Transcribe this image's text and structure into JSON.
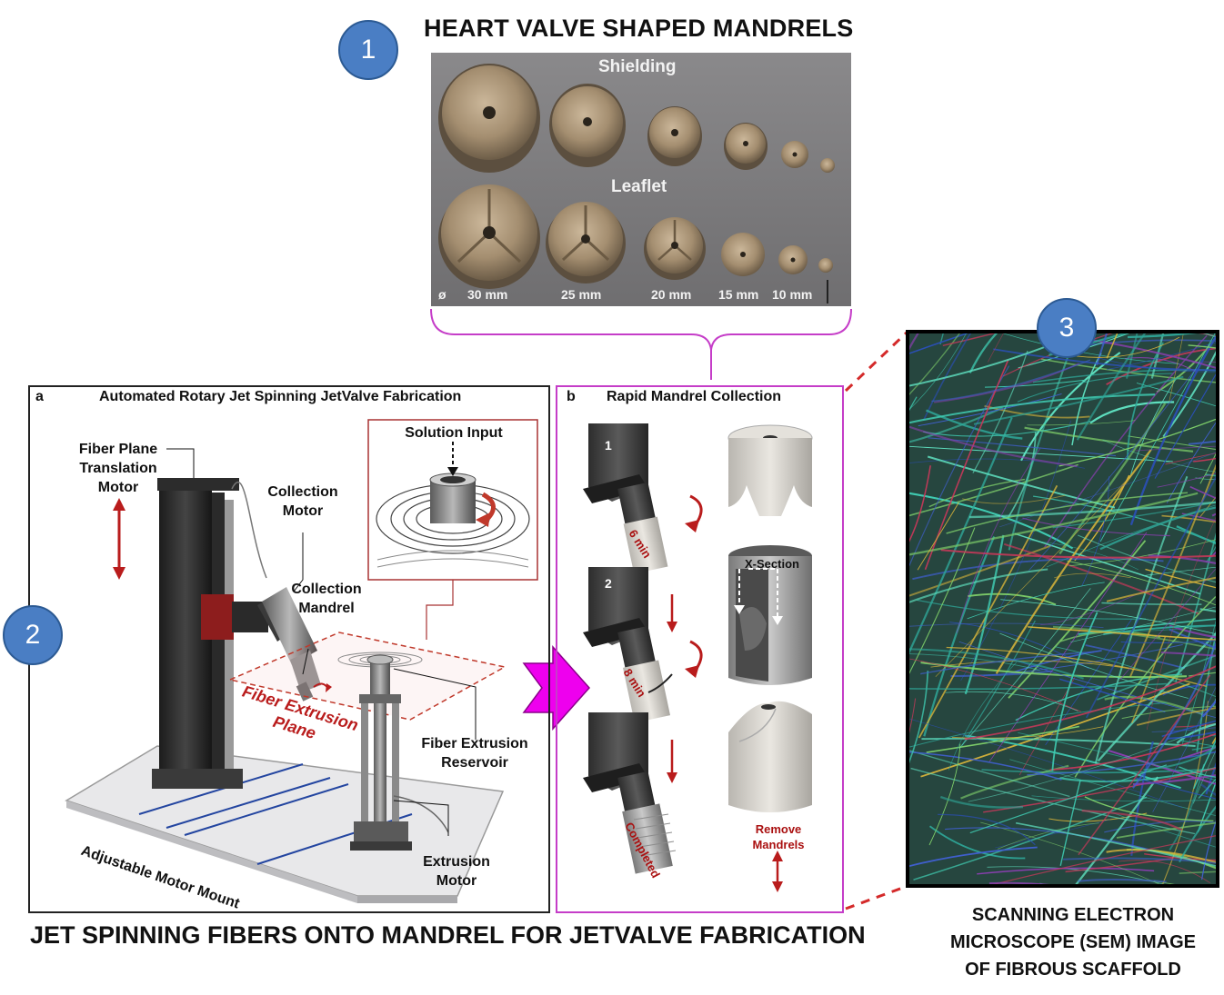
{
  "badges": [
    "1",
    "2",
    "3"
  ],
  "top": {
    "title": "HEART VALVE SHAPED MANDRELS",
    "shielding_label": "Shielding",
    "leaflet_label": "Leaflet",
    "diameter_symbol": "ø",
    "sizes": [
      "30 mm",
      "25 mm",
      "20 mm",
      "15 mm",
      "10 mm"
    ]
  },
  "panel_a": {
    "letter": "a",
    "title": "Automated Rotary Jet Spinning JetValve Fabrication",
    "labels": {
      "fiber_plane_motor": [
        "Fiber Plane",
        "Translation",
        "Motor"
      ],
      "collection_motor": [
        "Collection",
        "Motor"
      ],
      "collection_mandrel": [
        "Collection",
        "Mandrel"
      ],
      "solution_input": "Solution Input",
      "fiber_extrusion_plane": [
        "Fiber Extrusion",
        "Plane"
      ],
      "fiber_extrusion_reservoir": [
        "Fiber Extrusion",
        "Reservoir"
      ],
      "extrusion_motor": [
        "Extrusion",
        "Motor"
      ],
      "adjustable_motor_mount": "Adjustable Motor Mount"
    }
  },
  "panel_b": {
    "letter": "b",
    "title": "Rapid Mandrel Collection",
    "steps": [
      "1",
      "2"
    ],
    "times": [
      "6 min",
      "8 min"
    ],
    "completed": "Completed",
    "x_section": "X-Section",
    "remove_mandrels": [
      "Remove",
      "Mandrels"
    ]
  },
  "bottom_title": "JET SPINNING FIBERS ONTO MANDREL FOR JETVALVE FABRICATION",
  "sem_caption": [
    "SCANNING ELECTRON",
    "MICROSCOPE (SEM) IMAGE",
    "OF FIBROUS SCAFFOLD"
  ],
  "colors": {
    "badge": "#4a7ec4",
    "accent_magenta": "#c53dc8",
    "arrow_magenta": "#ee00ee",
    "dark_red": "#b91c1c"
  }
}
